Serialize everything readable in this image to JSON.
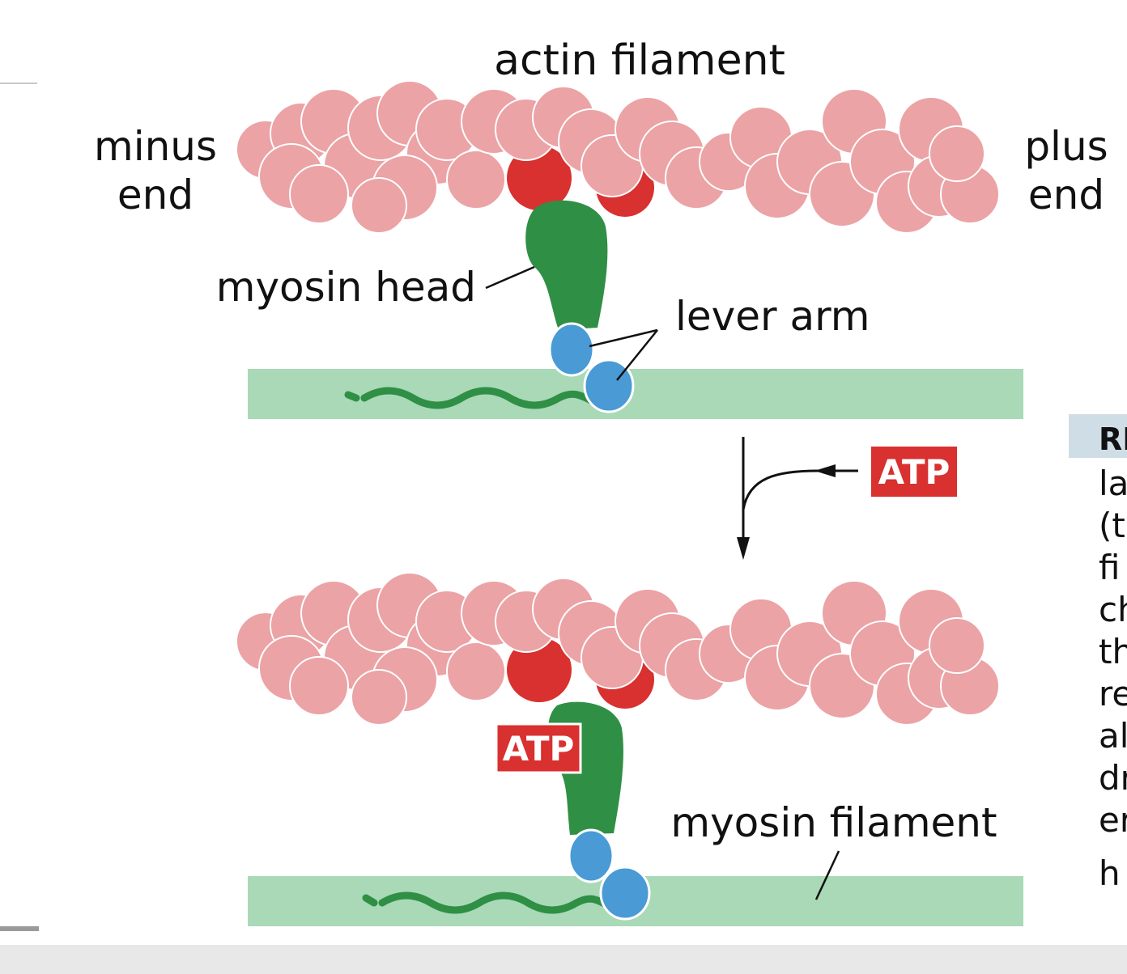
{
  "labels": {
    "actin_filament": "actin filament",
    "minus": "minus",
    "minus_end": "end",
    "plus": "plus",
    "plus_end": "end",
    "myosin_head": "myosin head",
    "lever_arm": "lever arm",
    "myosin_filament": "myosin filament",
    "atp_incoming": "ATP",
    "atp_bound": "ATP"
  },
  "side_panel": {
    "heading": "RI",
    "lines": [
      "la",
      "(t",
      "fi",
      "ch",
      "th",
      "re",
      "al",
      "dr",
      "er",
      "h"
    ]
  },
  "colors": {
    "actin_light": "#eba3a6",
    "actin_dark": "#d8312f",
    "myosin_head": "#2f8f45",
    "lever_arm": "#4a9ad6",
    "myosin_filament": "#a9d9b7",
    "myosin_tail": "#2f8f45",
    "atp_box": "#d8312f",
    "page_bg": "#e8e8e8",
    "panel_bg": "#ffffff"
  }
}
